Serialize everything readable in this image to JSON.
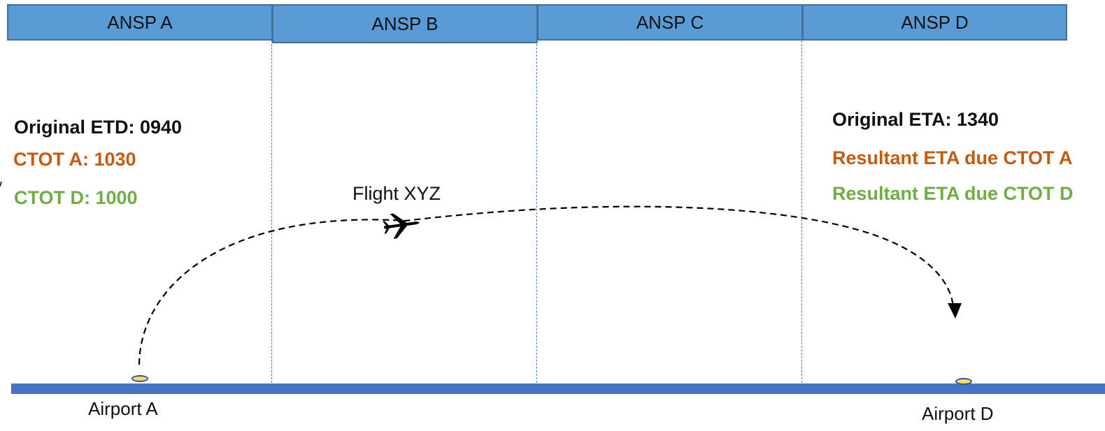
{
  "ansp_headers": [
    "ANSP A",
    "ANSP B",
    "ANSP C",
    "ANSP D"
  ],
  "departure_info": {
    "original_etd": "Original ETD: 0940",
    "ctot_a": "CTOT A: 1030",
    "ctot_d": "CTOT D: 1000"
  },
  "arrival_info": {
    "original_eta": "Original ETA: 1340",
    "resultant_a": "Resultant ETA due CTOT A",
    "resultant_d": "Resultant ETA due CTOT D"
  },
  "flight": {
    "label": "Flight XYZ"
  },
  "airports": {
    "a": "Airport A",
    "d": "Airport D"
  },
  "icons": {
    "aircraft": "airplane-icon",
    "arrow": "arrowhead-icon"
  },
  "colors": {
    "header_fill": "#5b9bd5",
    "header_border": "#41719c",
    "divider": "#4a7fc1",
    "ground": "#4472c4",
    "ctot_a": "#c55a11",
    "ctot_d": "#70ad47",
    "airport_marker": "#ffd966"
  }
}
